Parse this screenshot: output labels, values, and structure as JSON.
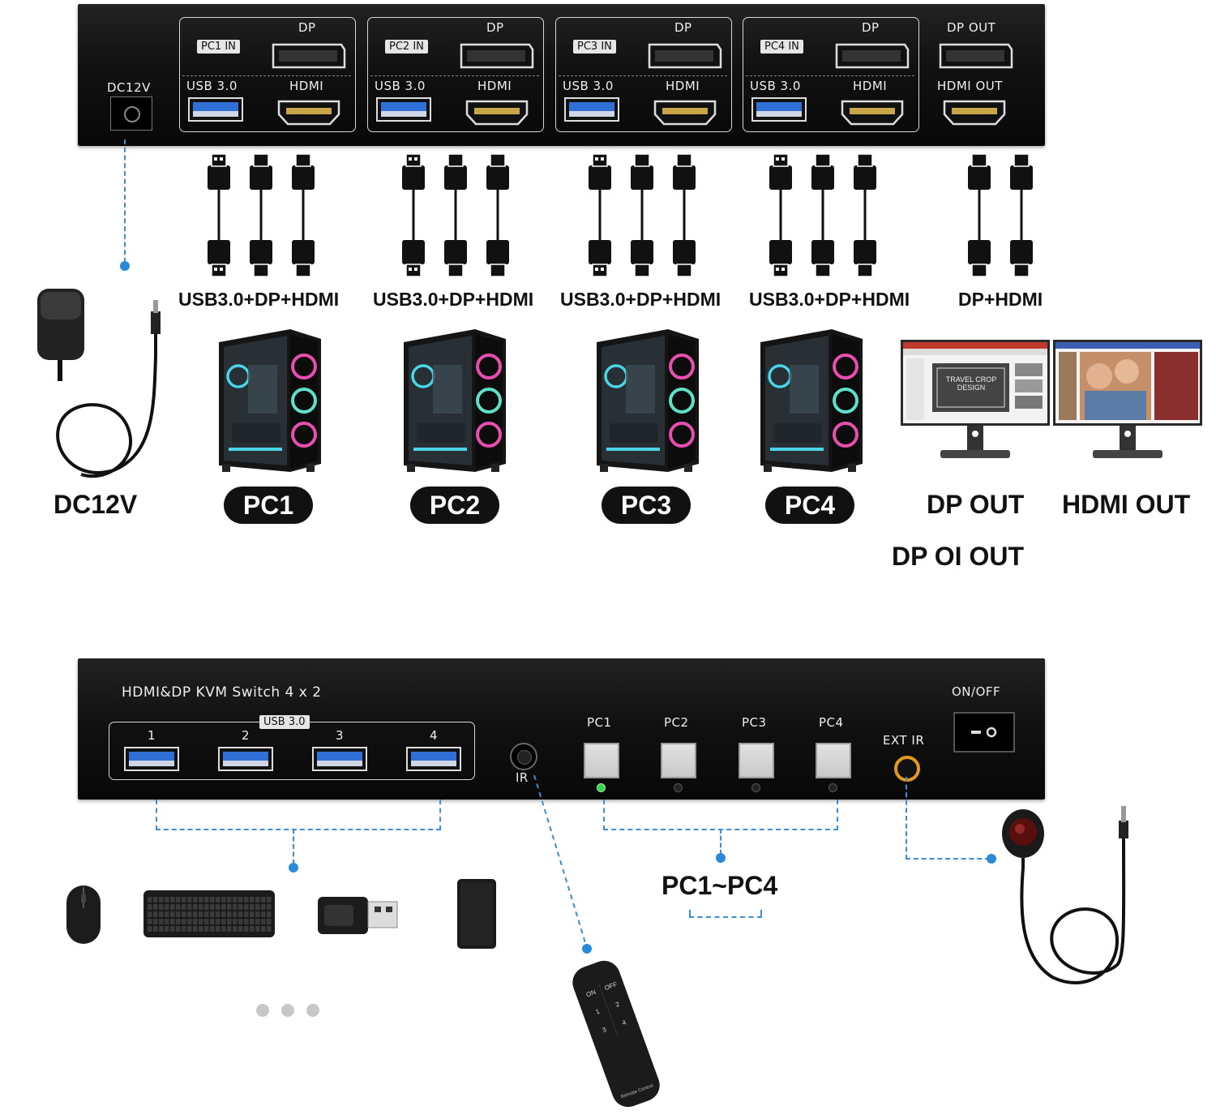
{
  "rear_panel": {
    "dc_label": "DC12V",
    "groups": [
      {
        "in_label": "PC1 IN",
        "dp_label": "DP",
        "usb_label": "USB 3.0",
        "hdmi_label": "HDMI"
      },
      {
        "in_label": "PC2 IN",
        "dp_label": "DP",
        "usb_label": "USB 3.0",
        "hdmi_label": "HDMI"
      },
      {
        "in_label": "PC3 IN",
        "dp_label": "DP",
        "usb_label": "USB 3.0",
        "hdmi_label": "HDMI"
      },
      {
        "in_label": "PC4 IN",
        "dp_label": "DP",
        "usb_label": "USB 3.0",
        "hdmi_label": "HDMI"
      }
    ],
    "dp_out_label": "DP OUT",
    "hdmi_out_label": "HDMI OUT"
  },
  "cable_captions": [
    "USB3.0+DP+HDMI",
    "USB3.0+DP+HDMI",
    "USB3.0+DP+HDMI",
    "USB3.0+DP+HDMI",
    "DP+HDMI"
  ],
  "power_caption": "DC12V",
  "pc_labels": [
    "PC1",
    "PC2",
    "PC3",
    "PC4"
  ],
  "monitors": {
    "dp_out": "DP OUT",
    "hdmi_out": "HDMI OUT",
    "dp_oi_out": "DP OI OUT",
    "slide_text_1": "TRAVEL CROP",
    "slide_text_2": "DESIGN"
  },
  "front_panel": {
    "title": "HDMI&DP KVM Switch 4 x 2",
    "usb_group_label": "USB 3.0",
    "usb_ports": [
      "1",
      "2",
      "3",
      "4"
    ],
    "ir_label": "IR",
    "pc_buttons": [
      "PC1",
      "PC2",
      "PC3",
      "PC4"
    ],
    "ext_ir_label": "EXT IR",
    "power_label": "ON/OFF"
  },
  "bottom": {
    "pc_range_caption": "PC1~PC4",
    "remote": {
      "on": "ON",
      "off": "OFF",
      "keys": [
        "1",
        "2",
        "3",
        "4"
      ],
      "brand": "Remote Control"
    }
  },
  "colors": {
    "accent": "#2b8ad8",
    "panel": "#111111",
    "led_active": "#37d64a",
    "ext_ir_ring": "#e39a1c"
  }
}
